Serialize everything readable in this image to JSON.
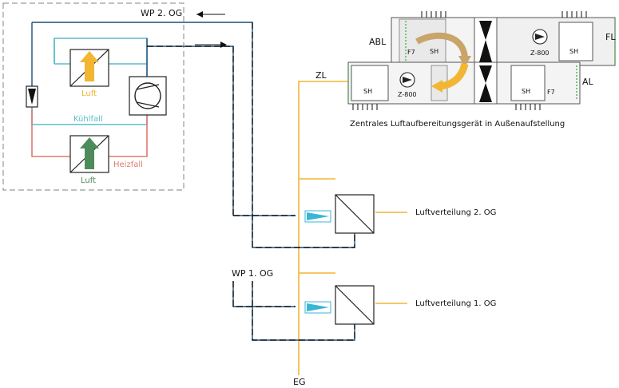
{
  "labels": {
    "wp2": "WP 2. OG",
    "wp1": "WP 1. OG",
    "zl": "ZL",
    "eg": "EG",
    "abl": "ABL",
    "fl": "FL",
    "al": "AL",
    "caption": "Zentrales Luftaufbereitungsgerät in Außenaufstellung",
    "dist2": "Luftverteilung 2. OG",
    "dist1": "Luftverteilung 1. OG",
    "luft_cool": "Luft",
    "luft_heat": "Luft",
    "kuehlfall": "Kühlfall",
    "heizfall": "Heizfall",
    "f7_left": "F7",
    "f7_right": "F7",
    "sh_1": "SH",
    "sh_2": "SH",
    "sh_3": "SH",
    "sh_4": "SH",
    "fan_top": "Z-800",
    "fan_bottom": "Z-800"
  },
  "colors": {
    "cool": "#5bbccd",
    "heat": "#e07a6c",
    "supply": "#f2b632",
    "water": "#1d4f7a",
    "dashed_box": "#9a9a9a",
    "arrow_orange": "#f2b632",
    "arrow_green": "#4e8b5a",
    "rotor": "#c9a56a",
    "valve_cyan": "#39b5d6"
  }
}
